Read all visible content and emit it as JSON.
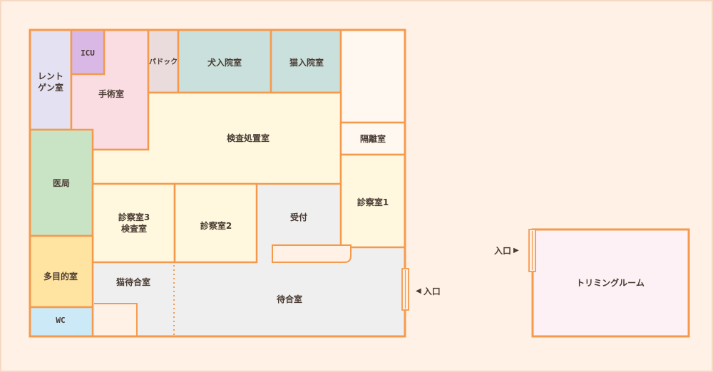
{
  "rooms": {
    "xray": "レント\nゲン室",
    "icu": "ICU",
    "surgery": "手術室",
    "paddock": "パドック",
    "dog_ward": "犬入院室",
    "cat_ward": "猫入院室",
    "exam_treatment": "検査処置室",
    "isolation": "隔離室",
    "pharmacy": "医局",
    "exam_room_1": "診察室1",
    "exam_room_2": "診察室2",
    "exam_room_3": "診察室3\n検査室",
    "reception": "受付",
    "multipurpose": "多目的室",
    "wc": "WC",
    "cat_waiting": "猫待合室",
    "waiting": "待合室",
    "trimming": "トリミングルーム"
  },
  "entrances": {
    "main": "入口",
    "trimming": "入口"
  },
  "colors": {
    "background": "#fff1e6",
    "wall": "#f59a4d",
    "xray": "#e4e2f2",
    "icu": "#d9b8e6",
    "surgery": "#fadce3",
    "paddock": "#eadcdc",
    "ward": "#c9e0dc",
    "exam": "#fff8de",
    "storage": "#fff8f1",
    "pharmacy": "#c9e3c5",
    "multipurpose": "#ffe3a0",
    "wc": "#cce9f8",
    "waiting": "#efefef",
    "trimming": "#fdf1f5"
  }
}
